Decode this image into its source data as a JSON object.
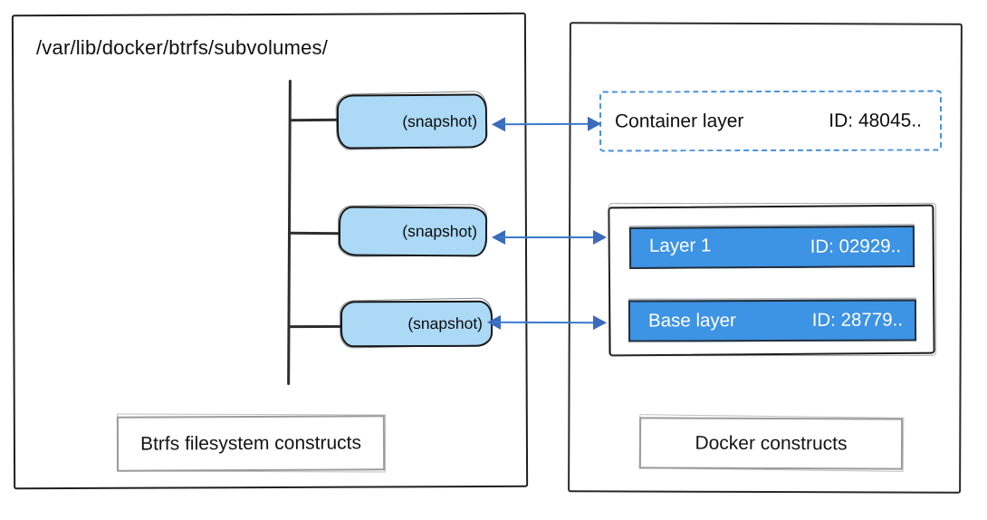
{
  "left_panel": {
    "path_title": "/var/lib/docker/btrfs/subvolumes/",
    "snapshots": [
      {
        "label": "(snapshot)"
      },
      {
        "label": "(snapshot)"
      },
      {
        "label": "(snapshot)"
      }
    ],
    "caption": "Btrfs filesystem constructs"
  },
  "right_panel": {
    "container_layer": {
      "label": "Container layer",
      "id": "ID: 48045.."
    },
    "image_layers": [
      {
        "label": "Layer 1",
        "id": "ID: 02929.."
      },
      {
        "label": "Base layer",
        "id": "ID: 28779.."
      }
    ],
    "caption": "Docker constructs"
  },
  "colors": {
    "snapshot_fill": "#abd9f6",
    "layer_fill": "#3d93e4",
    "arrow_line": "#3a79cc",
    "arrow_head": "#3c6bbd",
    "dashed_border": "#4a90d8",
    "panel_border": "#1f1f1f",
    "caption_border": "#9b9b9b"
  }
}
